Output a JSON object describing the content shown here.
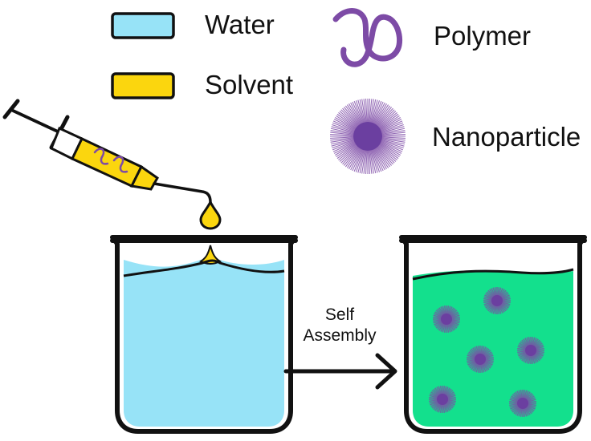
{
  "legend": {
    "water": {
      "label": "Water",
      "color": "#97e3f7",
      "icon": "water-swatch-icon"
    },
    "solvent": {
      "label": "Solvent",
      "color": "#fbd60e",
      "icon": "solvent-swatch-icon"
    },
    "polymer": {
      "label": "Polymer",
      "color": "#7d4ba6",
      "icon": "polymer-strand-icon"
    },
    "nanoparticle": {
      "label": "Nanoparticle",
      "color": "#6b3fa0",
      "icon": "nanoparticle-icon"
    }
  },
  "process": {
    "arrow_label_line1": "Self",
    "arrow_label_line2": "Assembly"
  },
  "colors": {
    "outline": "#111111",
    "water": "#97e3f7",
    "solvent": "#fbd60e",
    "nanoparticle_solution": "#13e08d",
    "polymer": "#7d4ba6"
  },
  "result_beaker": {
    "nanoparticle_count": 6
  }
}
